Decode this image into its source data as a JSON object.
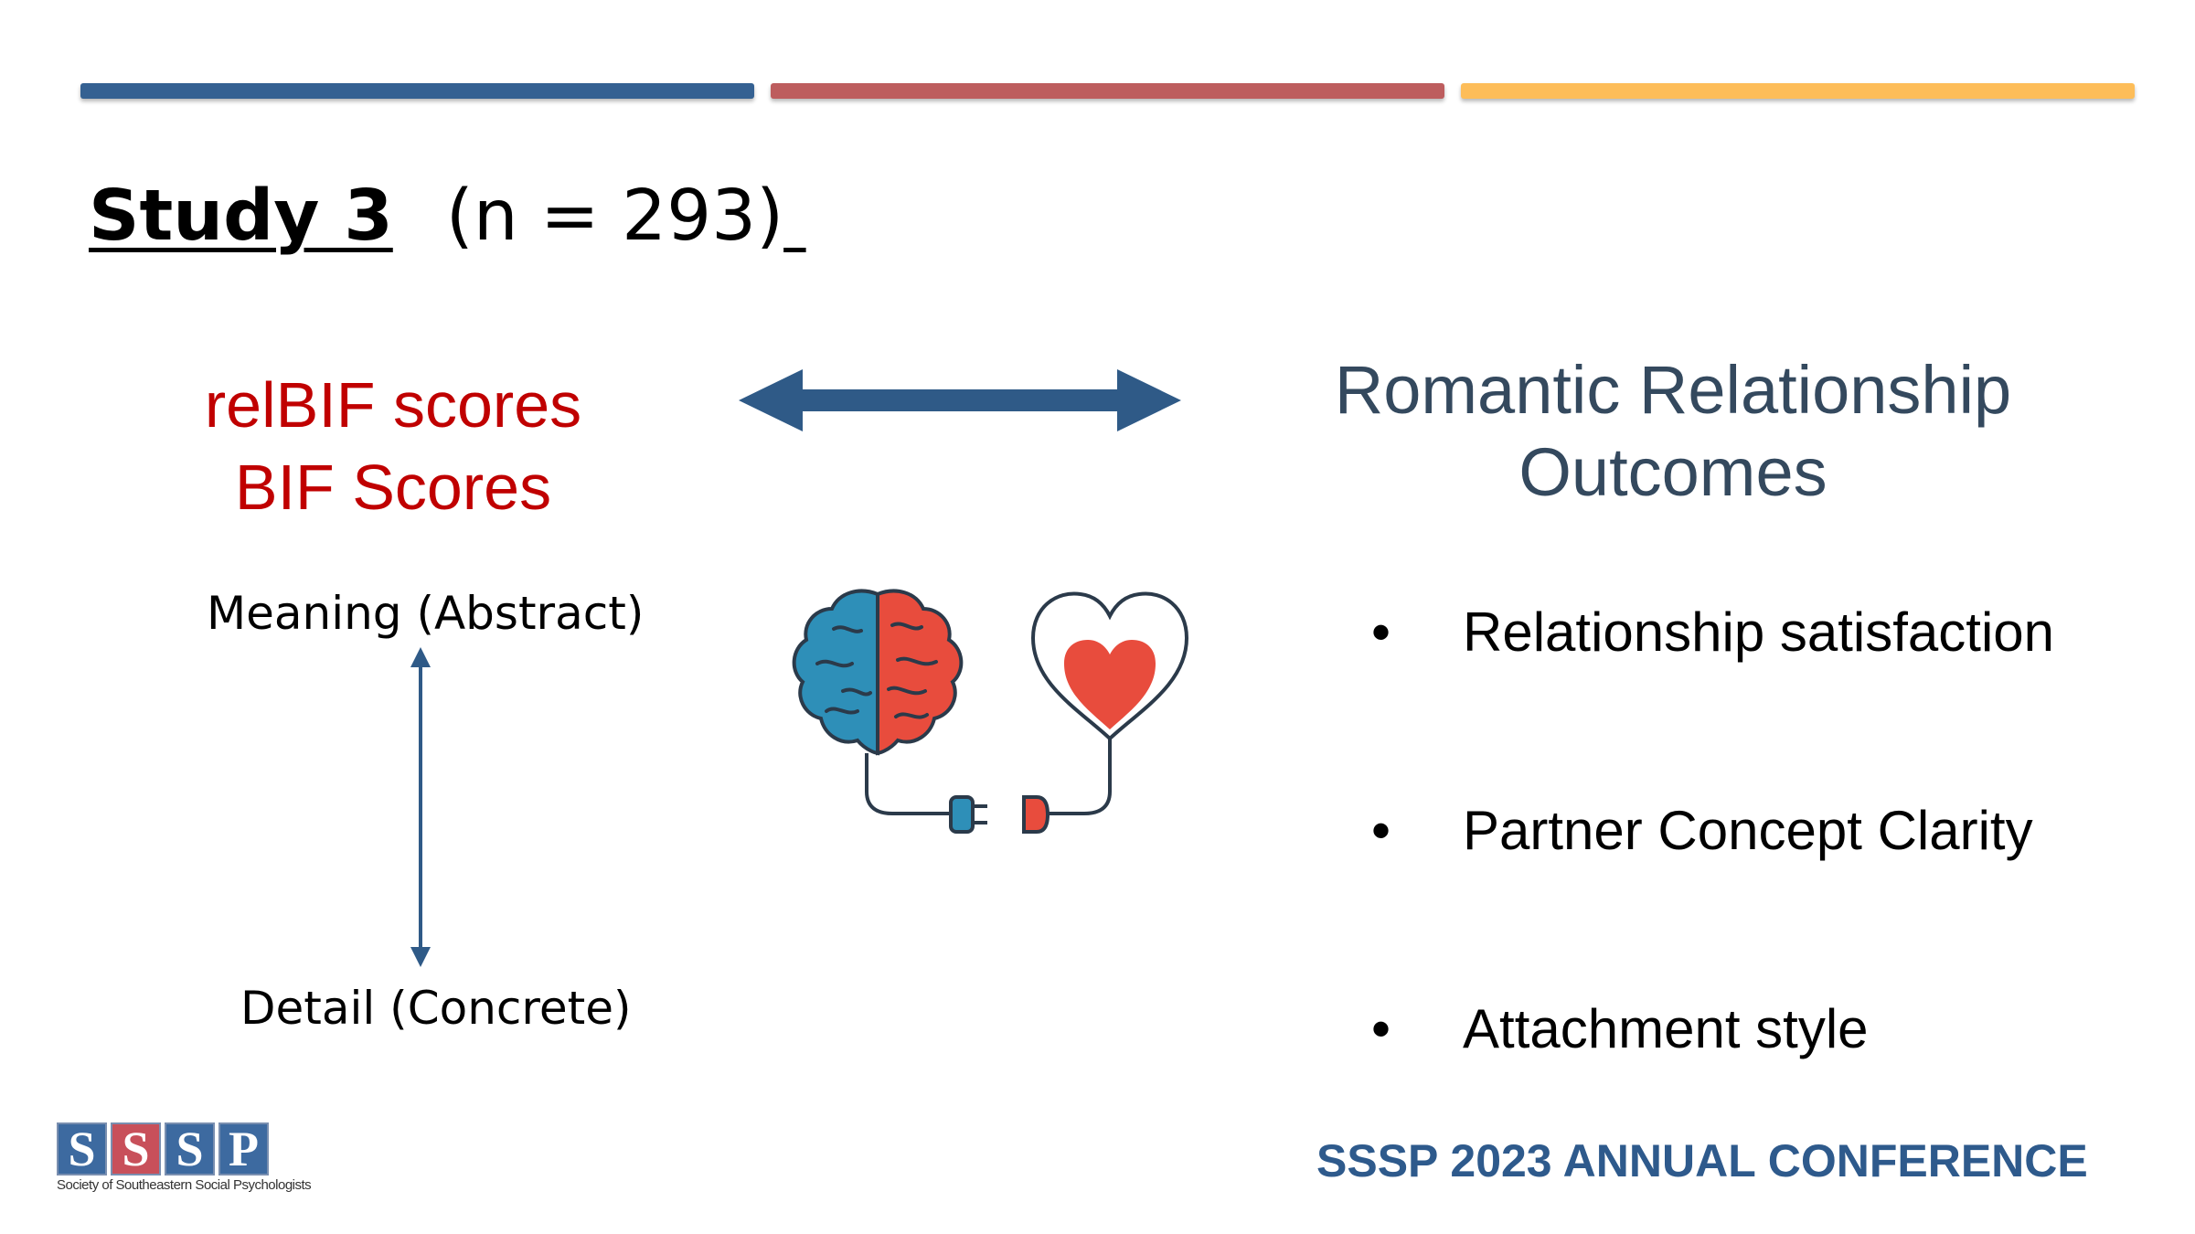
{
  "colors": {
    "bar_blue": "#356192",
    "bar_red": "#bd5d5e",
    "bar_yellow": "#fdbd59",
    "predictor_text": "#c00000",
    "outcome_text": "#34495e",
    "arrow": "#2f5a87",
    "footer_text": "#2e5a8c",
    "brain_blue": "#2e8fb8",
    "brain_red": "#e84c3d",
    "outline": "#2b3a4a"
  },
  "slide": {
    "title_study": "Study 3",
    "title_n": "(n = 293)",
    "predictors": {
      "line1": "relBIF scores",
      "line2": "BIF Scores"
    },
    "outcomes": {
      "line1": "Romantic Relationship",
      "line2": "Outcomes"
    },
    "axis": {
      "top_label": "Meaning (Abstract)",
      "bottom_label": "Detail (Concrete)"
    },
    "bullets": [
      {
        "marker": "•",
        "text": "Relationship satisfaction"
      },
      {
        "marker": "•",
        "text": "Partner Concept Clarity"
      },
      {
        "marker": "•",
        "text": "Attachment style"
      }
    ]
  },
  "icons": {
    "double_arrow": "double-headed-arrow-icon",
    "vertical_arrow": "vertical-double-arrow-icon",
    "brain": "brain-icon",
    "heart": "heart-icon",
    "plug": "plug-icon"
  },
  "logo": {
    "letters": [
      "S",
      "S",
      "S",
      "P"
    ],
    "caption": "Society of Southeastern Social Psychologists"
  },
  "footer": {
    "conference": "SSSP 2023 ANNUAL CONFERENCE"
  }
}
